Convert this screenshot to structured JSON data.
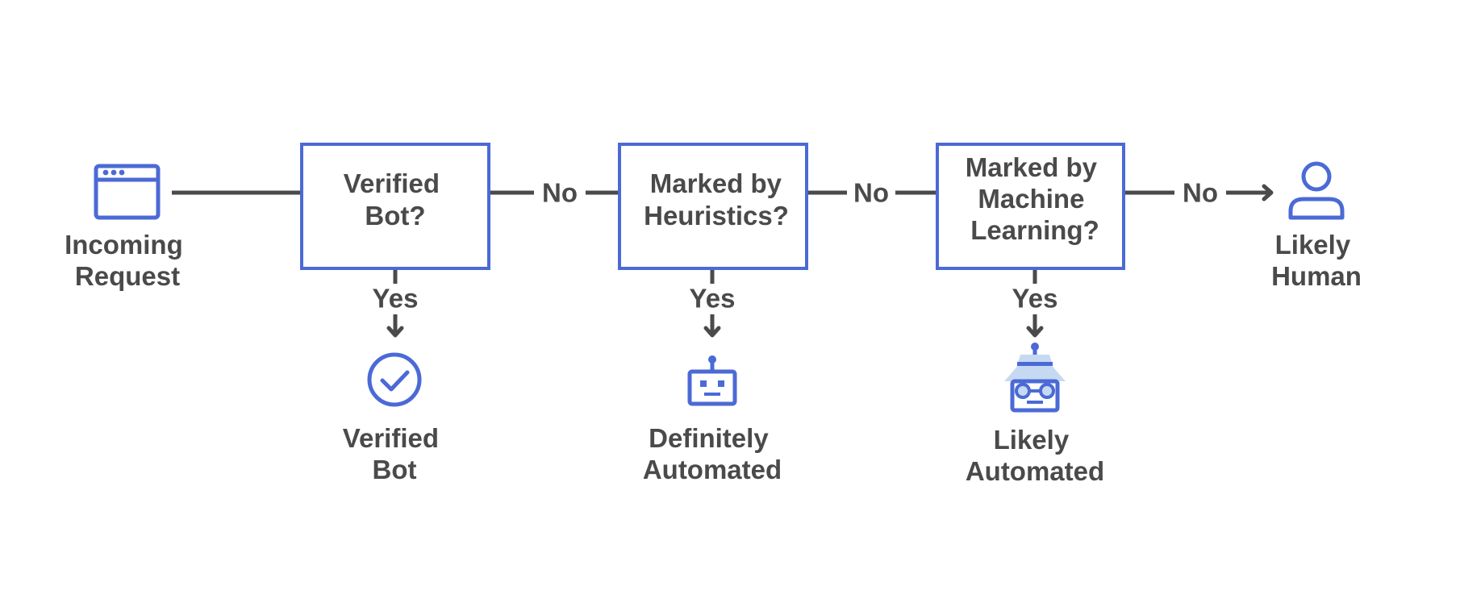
{
  "nodes": {
    "incoming_request": {
      "label": [
        "Incoming",
        "Request"
      ],
      "icon": "browser-window-icon"
    },
    "verified_bot_decision": {
      "label": [
        "Verified",
        "Bot?"
      ]
    },
    "heuristics_decision": {
      "label": [
        "Marked by",
        "Heuristics?"
      ]
    },
    "ml_decision": {
      "label": [
        "Marked by",
        "Machine",
        "Learning?"
      ]
    },
    "likely_human": {
      "label": [
        "Likely",
        "Human"
      ],
      "icon": "user-icon"
    },
    "verified_bot": {
      "label": [
        "Verified",
        "Bot"
      ],
      "icon": "check-circle-icon"
    },
    "definitely_automated": {
      "label": [
        "Definitely",
        "Automated"
      ],
      "icon": "robot-icon"
    },
    "likely_automated": {
      "label": [
        "Likely",
        "Automated"
      ],
      "icon": "robot-disguise-icon"
    }
  },
  "edges": {
    "no_1": "No",
    "no_2": "No",
    "no_3": "No",
    "yes_1": "Yes",
    "yes_2": "Yes",
    "yes_3": "Yes"
  },
  "colors": {
    "accent": "#4b6ad6",
    "accent_light": "#c5daf2",
    "text": "#4a4a4a"
  }
}
